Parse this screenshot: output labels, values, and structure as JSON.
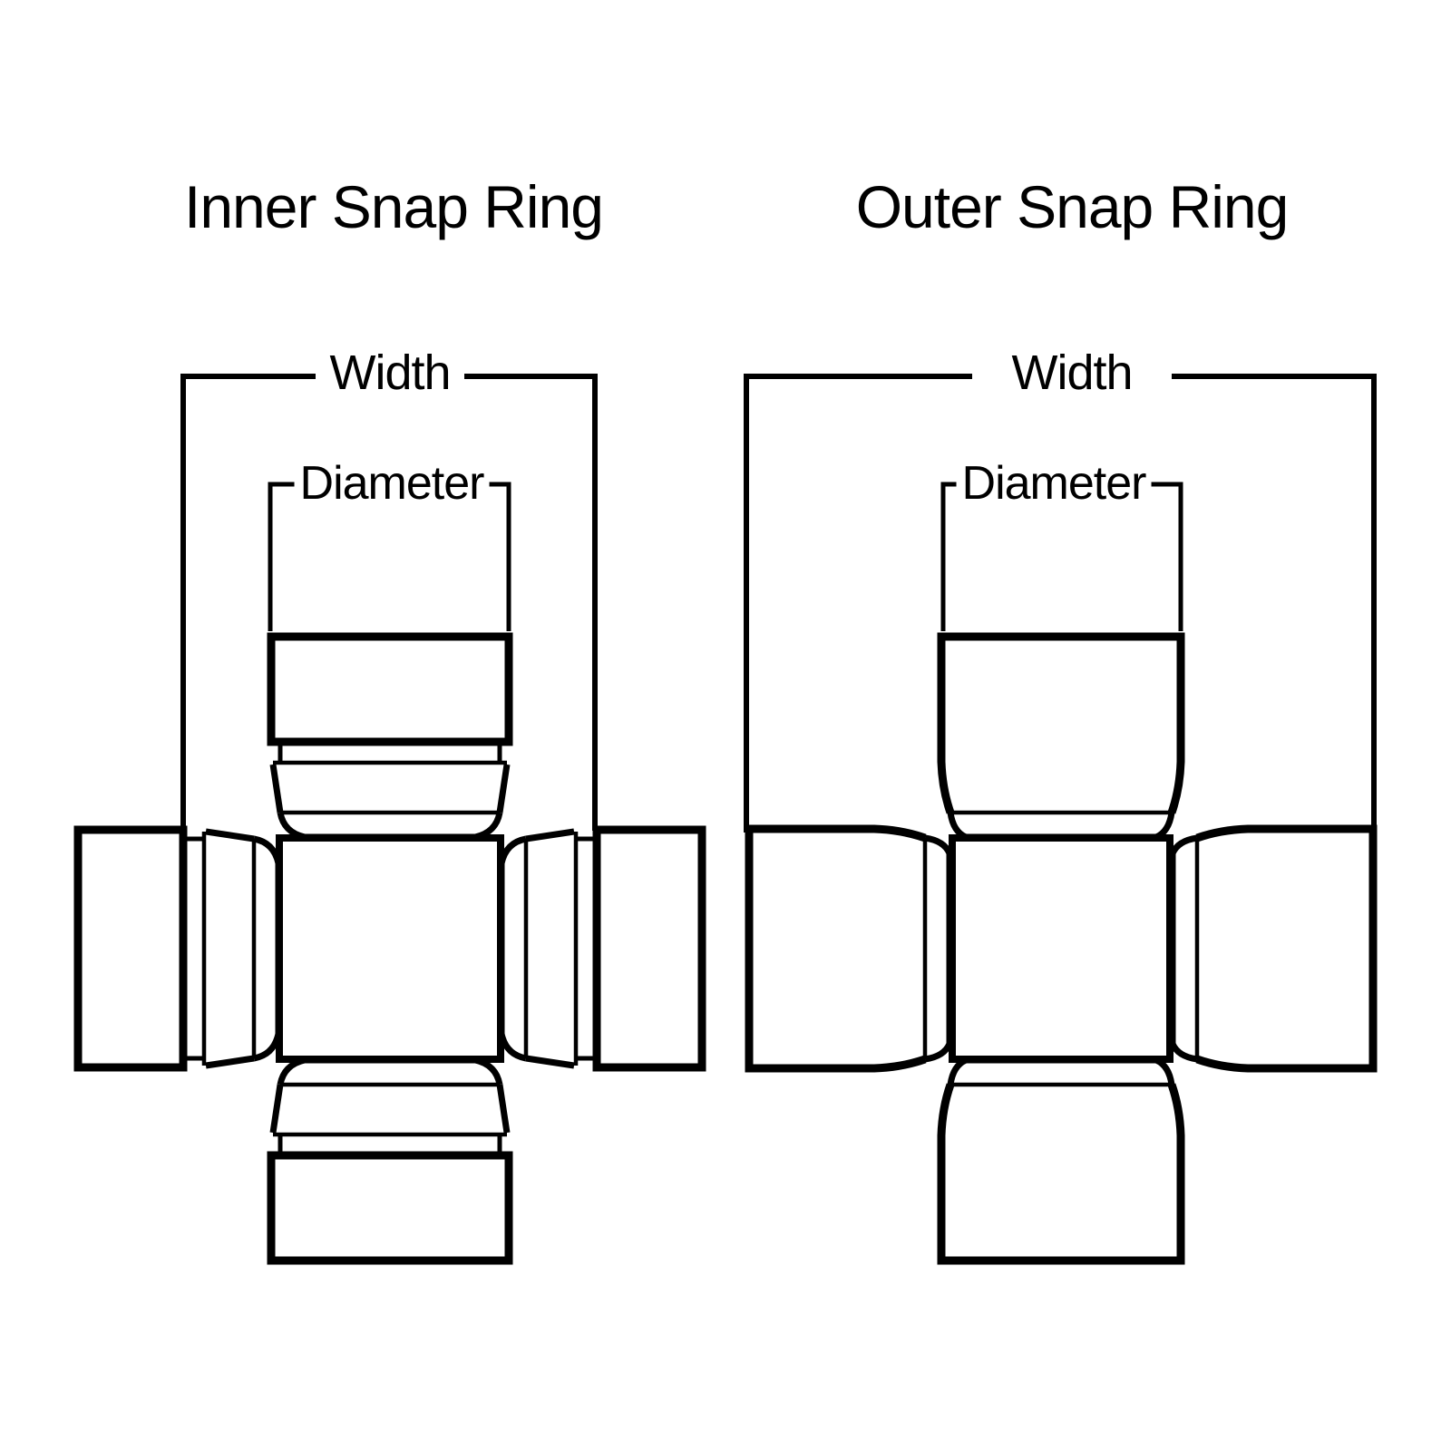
{
  "background_color": "#ffffff",
  "line_color": "#000000",
  "diagrams": [
    {
      "id": "inner",
      "title": "Inner Snap Ring",
      "width_label": "Width",
      "diameter_label": "Diameter"
    },
    {
      "id": "outer",
      "title": "Outer Snap Ring",
      "width_label": "Width",
      "diameter_label": "Diameter"
    }
  ]
}
